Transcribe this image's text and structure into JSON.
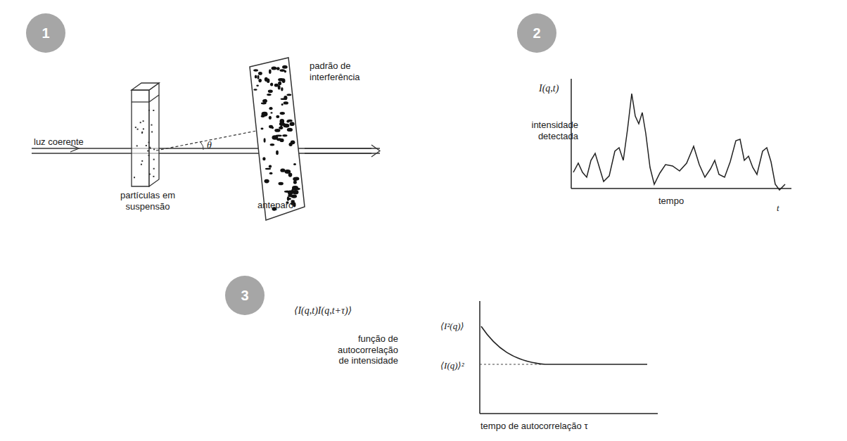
{
  "diagram": {
    "nodes": [
      {
        "text": [
          "1"
        ]
      },
      {
        "text": [
          "2"
        ]
      },
      {
        "text": [
          "3"
        ]
      }
    ],
    "labels": [
      "luz coerente",
      "partículas em suspensão",
      "anteparo",
      "padrão de interferência",
      "θ",
      "I(q,t)",
      "intensidade detectada",
      "tempo",
      "t",
      "⟨I(q,t)I(q,t+τ)⟩",
      "função de autocorrelação de intensidade",
      "⟨I²(q)⟩",
      "⟨I(q)⟩²",
      "tempo de autocorrelação τ"
    ]
  }
}
